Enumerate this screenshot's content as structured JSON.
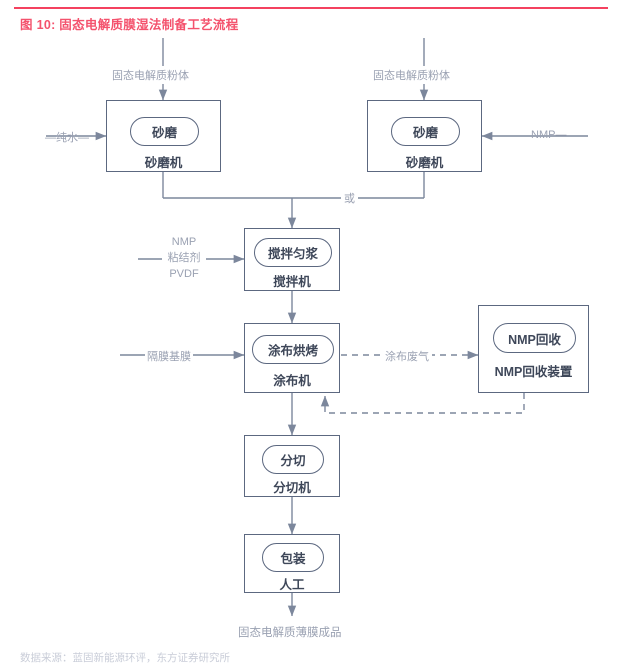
{
  "title": "图 10:  固态电解质膜湿法制备工艺流程",
  "footer": "数据来源：蓝固新能源环评，东方证券研究所",
  "colors": {
    "title": "#f4526d",
    "rule": "#f4415f",
    "node_border": "#5c6880",
    "node_text": "#3e4759",
    "label_text": "#9aa1b2",
    "connector": "#7c879c",
    "footer_text": "#c9cdd8"
  },
  "nodes": [
    {
      "id": "sandmill-left",
      "pill": "砂磨",
      "sub": "砂磨机"
    },
    {
      "id": "sandmill-right",
      "pill": "砂磨",
      "sub": "砂磨机"
    },
    {
      "id": "mixer",
      "pill": "搅拌匀浆",
      "sub": "搅拌机"
    },
    {
      "id": "coater",
      "pill": "涂布烘烤",
      "sub": "涂布机"
    },
    {
      "id": "nmp-recovery",
      "pill": "NMP回收",
      "sub": "NMP回收装置"
    },
    {
      "id": "slitter",
      "pill": "分切",
      "sub": "分切机"
    },
    {
      "id": "packaging",
      "pill": "包装",
      "sub": "人工"
    }
  ],
  "flow_labels": {
    "feed_left": "固态电解质粉体",
    "feed_right": "固态电解质粉体",
    "input_water": "—纯水—",
    "input_nmp_right": "NMP—",
    "or_junction": "或",
    "mixer_inputs": [
      "NMP",
      "粘结剂",
      "PVDF"
    ],
    "coater_input": "隔膜基膜",
    "exhaust": "涂布废气",
    "final_output": "固态电解质薄膜成品"
  }
}
